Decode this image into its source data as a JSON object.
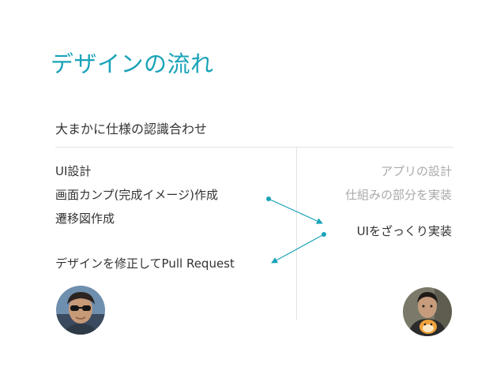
{
  "slide": {
    "title": "デザインの流れ",
    "subtitle": "大まかに仕様の認識合わせ"
  },
  "designer_column": {
    "items": [
      "UI設計",
      "画面カンプ(完成イメージ)作成",
      "遷移図作成",
      "デザインを修正してPull Request"
    ]
  },
  "engineer_column": {
    "items": [
      "アプリの設計",
      "仕組みの部分を実装",
      "UIをざっくり実装"
    ]
  },
  "colors": {
    "accent": "#1aa3b8",
    "text": "#333333",
    "muted": "#aaaaaa",
    "divider": "#e4e4e4"
  },
  "icons": {
    "left_avatar": "person-with-sunglasses-avatar",
    "right_avatar": "person-with-plush-toy-avatar"
  }
}
